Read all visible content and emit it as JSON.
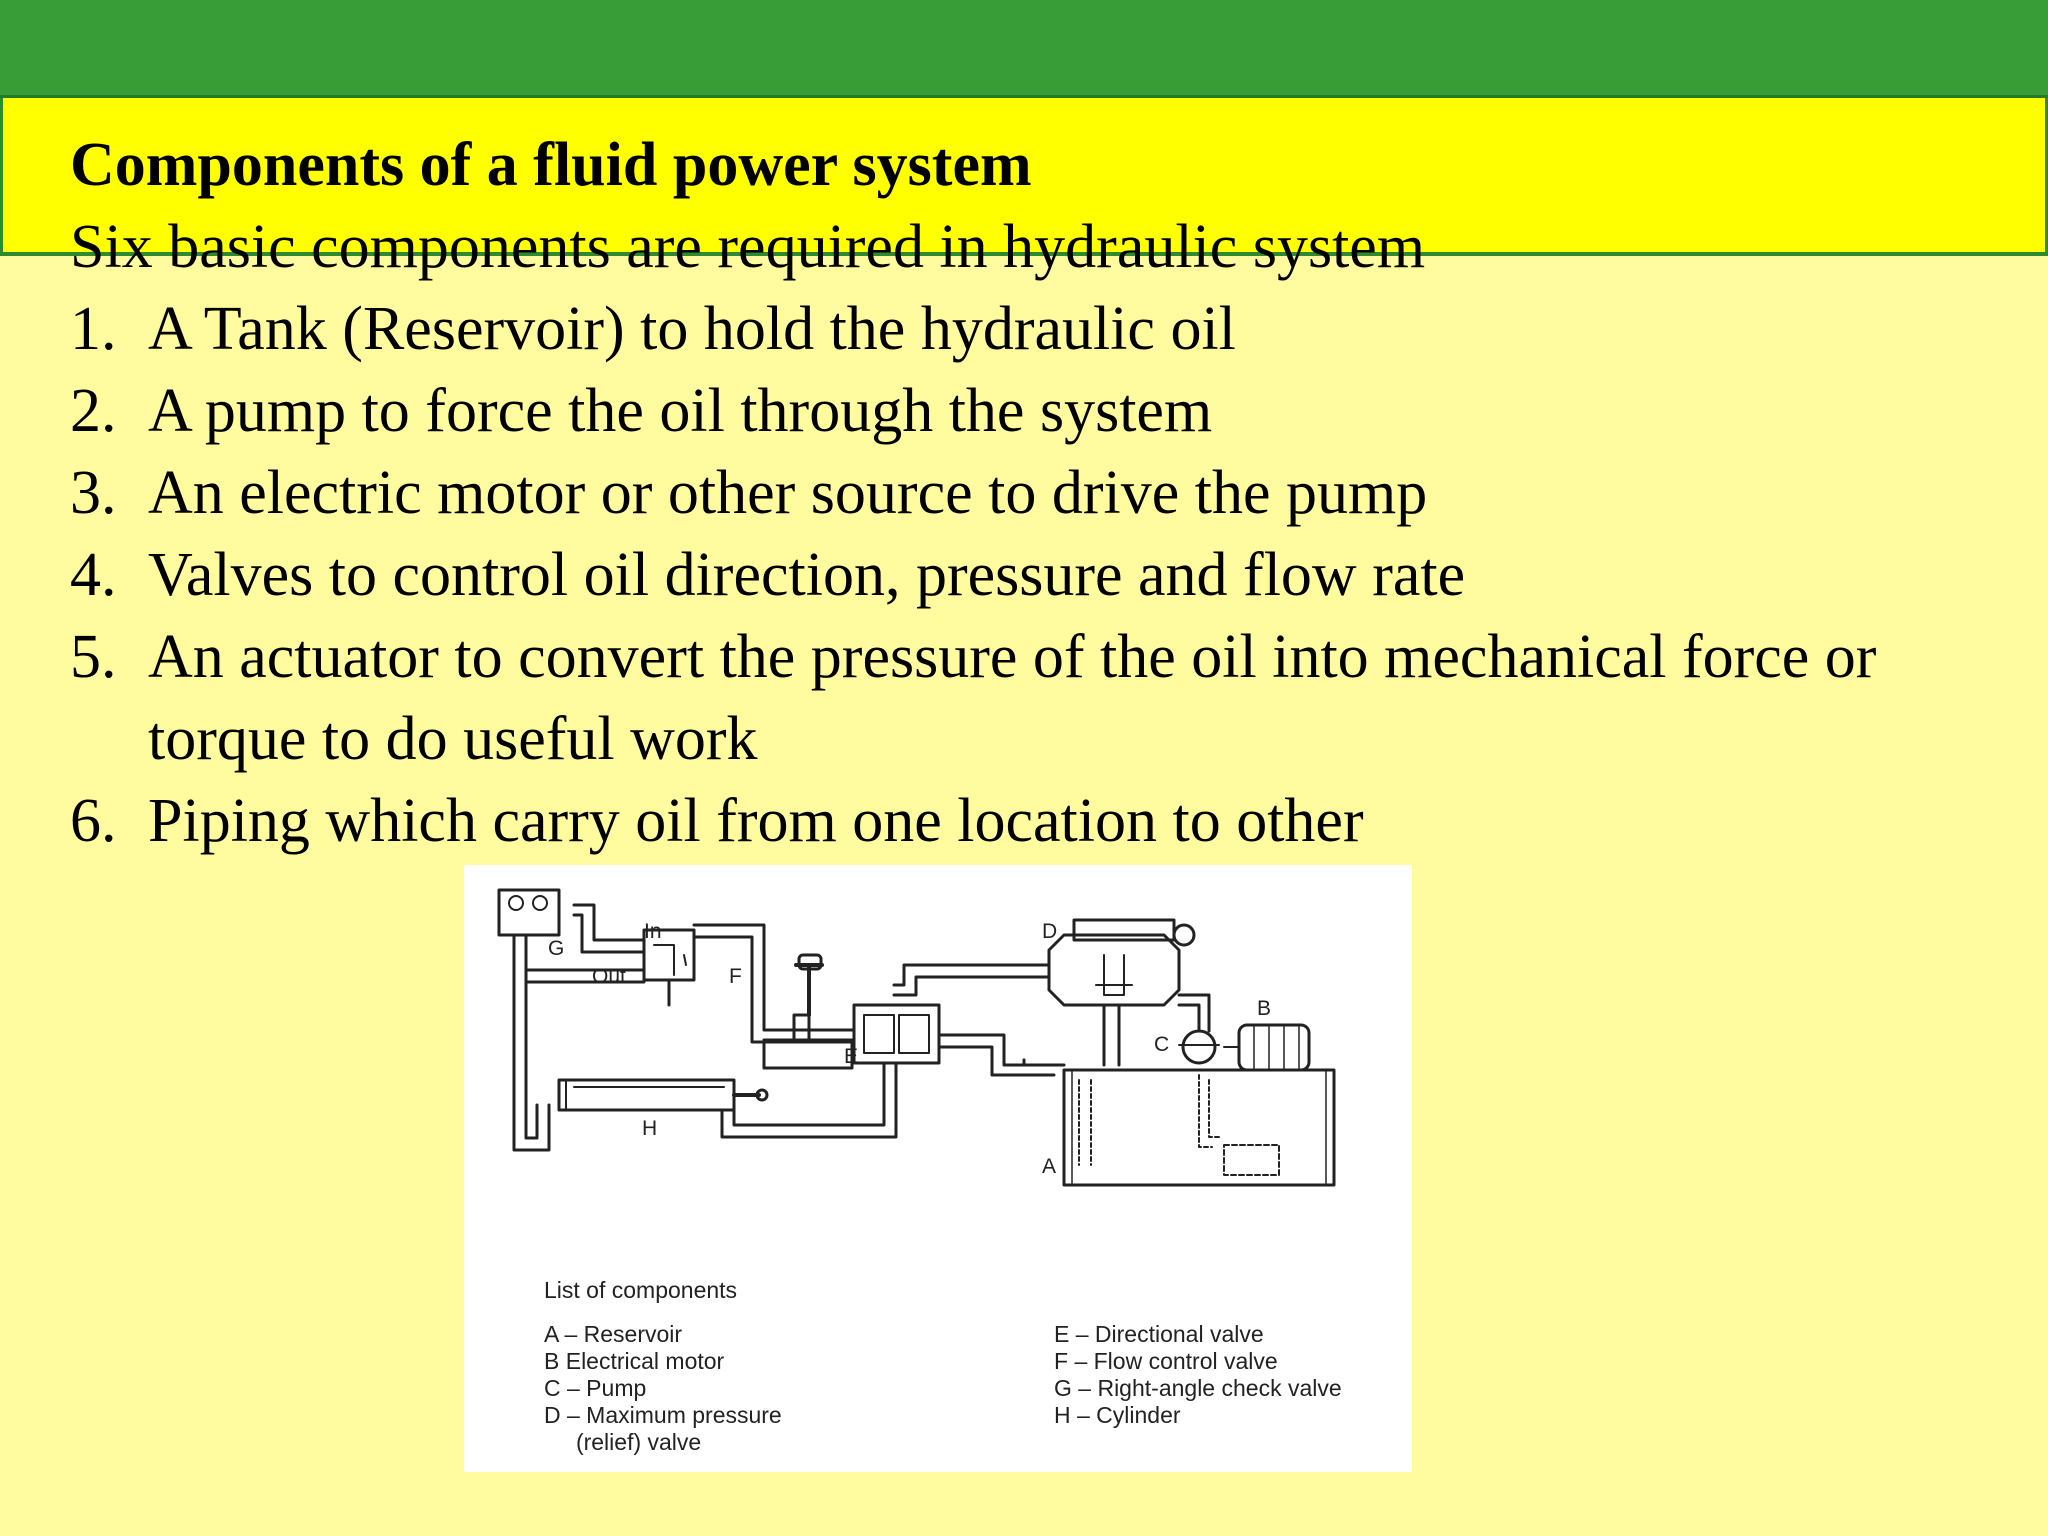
{
  "slide": {
    "title": "Components of a fluid power system",
    "subtitle": "Six basic components are required in hydraulic system",
    "items": [
      {
        "num": "1.",
        "text": "A Tank (Reservoir) to hold the hydraulic oil"
      },
      {
        "num": "2.",
        "text": "A pump to force the oil through the system"
      },
      {
        "num": "3.",
        "text": "An electric motor or other source to drive the pump"
      },
      {
        "num": "4.",
        "text": "Valves to control oil direction, pressure and flow rate"
      },
      {
        "num": "5.",
        "text": "An actuator to convert the pressure of the oil into mechanical force or torque to do useful work"
      },
      {
        "num": "6.",
        "text": "Piping which carry oil from one location to other"
      }
    ]
  },
  "figure": {
    "labels": {
      "a": "A",
      "b": "B",
      "c": "C",
      "d": "D",
      "e": "E",
      "f": "F",
      "g": "G",
      "h": "H",
      "in": "In",
      "out": "Out"
    },
    "legend_title": "List of components",
    "legend_left": [
      "A – Reservoir",
      "B   Electrical motor",
      "C – Pump",
      "D – Maximum pressure",
      "     (relief) valve"
    ],
    "legend_right": [
      "E – Directional valve",
      "F – Flow control valve",
      "G – Right-angle check valve",
      "H – Cylinder"
    ]
  }
}
